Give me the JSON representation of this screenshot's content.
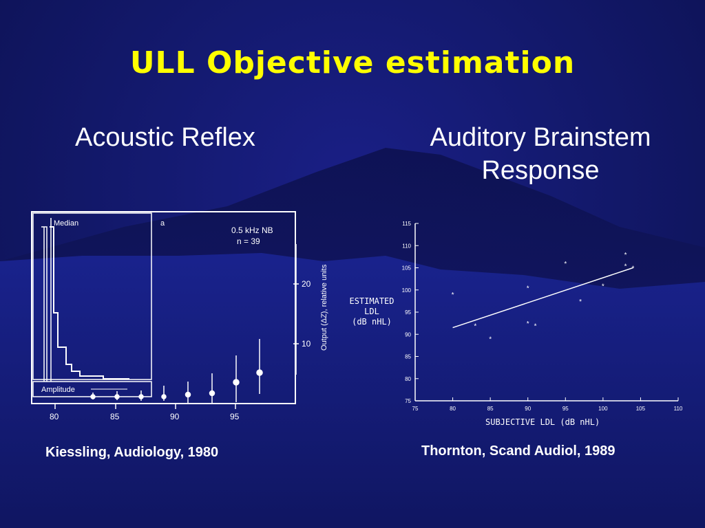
{
  "slide": {
    "title": "ULL Objective estimation",
    "left_heading": "Acoustic Reflex",
    "right_heading_line1": "Auditory Brainstem",
    "right_heading_line2": "Response",
    "left_caption": "Kiessling, Audiology, 1980",
    "right_caption": "Thornton, Scand Audiol, 1989",
    "colors": {
      "title": "#ffff00",
      "text": "#ffffff",
      "background": "#141a70"
    }
  },
  "left_figure": {
    "inset_label": "Median",
    "panel_letter": "a",
    "condition_line1": "0.5 kHz NB",
    "condition_line2": "n = 39",
    "amplitude_label": "Amplitude",
    "right_axis_label": "Output (ΔZ), relative units",
    "right_ticks": [
      "20",
      "10"
    ],
    "x_ticks": [
      "80",
      "85",
      "90",
      "95"
    ]
  },
  "chart_data": {
    "type": "scatter",
    "xlabel": "SUBJECTIVE LDL (dB nHL)",
    "ylabel_lines": [
      "ESTIMATED",
      "LDL",
      "(dB nHL)"
    ],
    "xlim": [
      75,
      110
    ],
    "ylim": [
      75,
      115
    ],
    "x_ticks": [
      75,
      80,
      85,
      90,
      95,
      100,
      105,
      110
    ],
    "y_ticks": [
      75,
      80,
      85,
      90,
      95,
      100,
      105,
      110,
      115
    ],
    "points": [
      [
        80,
        99
      ],
      [
        83,
        92
      ],
      [
        85,
        89
      ],
      [
        90,
        100.5
      ],
      [
        90,
        92.5
      ],
      [
        91,
        92
      ],
      [
        95,
        106
      ],
      [
        97,
        97.5
      ],
      [
        100,
        101
      ],
      [
        103,
        108
      ],
      [
        103,
        105.5
      ],
      [
        104,
        105
      ]
    ],
    "regression": [
      [
        80,
        91.5
      ],
      [
        104,
        105
      ]
    ]
  }
}
